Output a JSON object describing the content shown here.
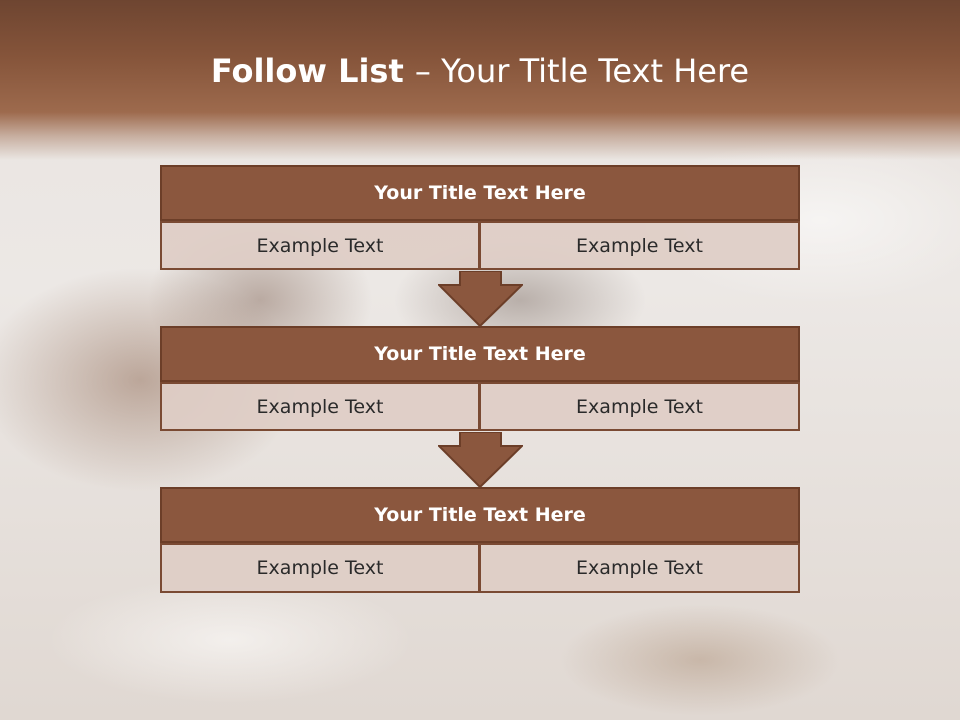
{
  "slide": {
    "title_bold": "Follow List ",
    "title_rest": " – Your Title Text Here"
  },
  "blocks": [
    {
      "title": "Your Title Text Here",
      "left": "Example Text",
      "right": "Example Text"
    },
    {
      "title": "Your Title Text Here",
      "left": "Example Text",
      "right": "Example Text"
    },
    {
      "title": "Your Title Text Here",
      "left": "Example Text",
      "right": "Example Text"
    }
  ],
  "colors": {
    "header_fill": "#8b573e",
    "header_border": "#6c3e28",
    "cell_fill": "#decdc6",
    "arrow_fill": "#8b573e",
    "title_text": "#ffffff"
  }
}
